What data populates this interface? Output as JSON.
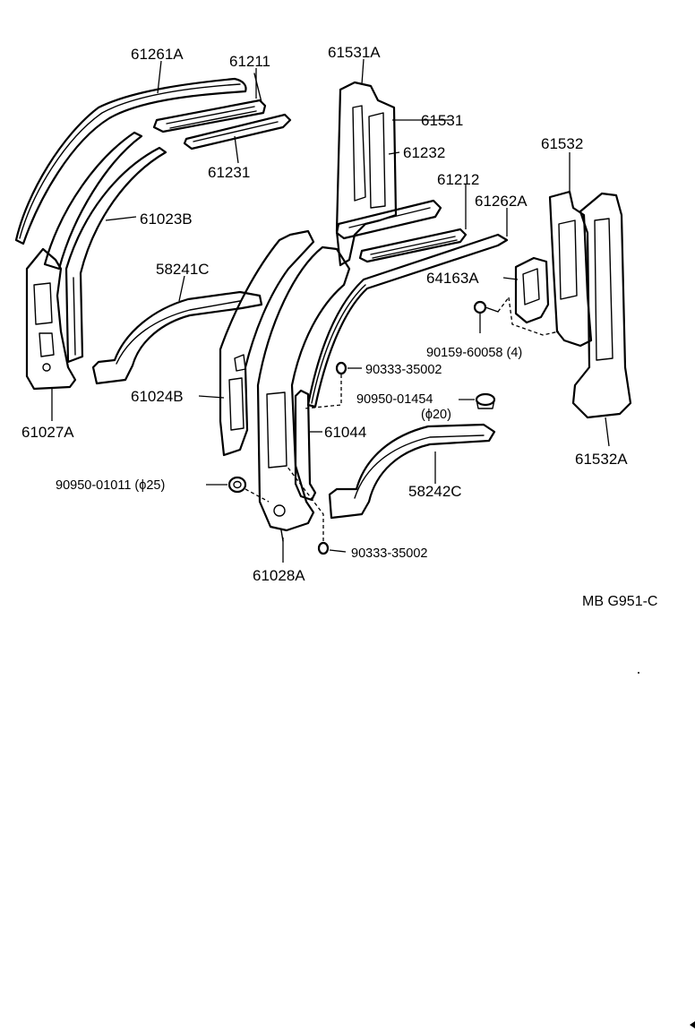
{
  "diagram": {
    "reference_code": "MB G951-C",
    "labels": {
      "p61261A": "61261A",
      "p61211": "61211",
      "p61231": "61231",
      "p61023B": "61023B",
      "p58241C": "58241C",
      "p61027A": "61027A",
      "p61024B": "61024B",
      "p90950_01011": "90950-01011 (ϕ25)",
      "p61028A": "61028A",
      "p61531A": "61531A",
      "p61531": "61531",
      "p61232": "61232",
      "p61212": "61212",
      "p61262A": "61262A",
      "p61532": "61532",
      "p64163A": "64163A",
      "p90159_60058": "90159-60058 (4)",
      "p90333_35002_upper": "90333-35002",
      "p90950_01454": "90950-01454",
      "p90950_01454_size": "(ϕ20)",
      "p61044": "61044",
      "p58242C": "58242C",
      "p90333_35002_lower": "90333-35002",
      "p61532A": "61532A"
    }
  }
}
